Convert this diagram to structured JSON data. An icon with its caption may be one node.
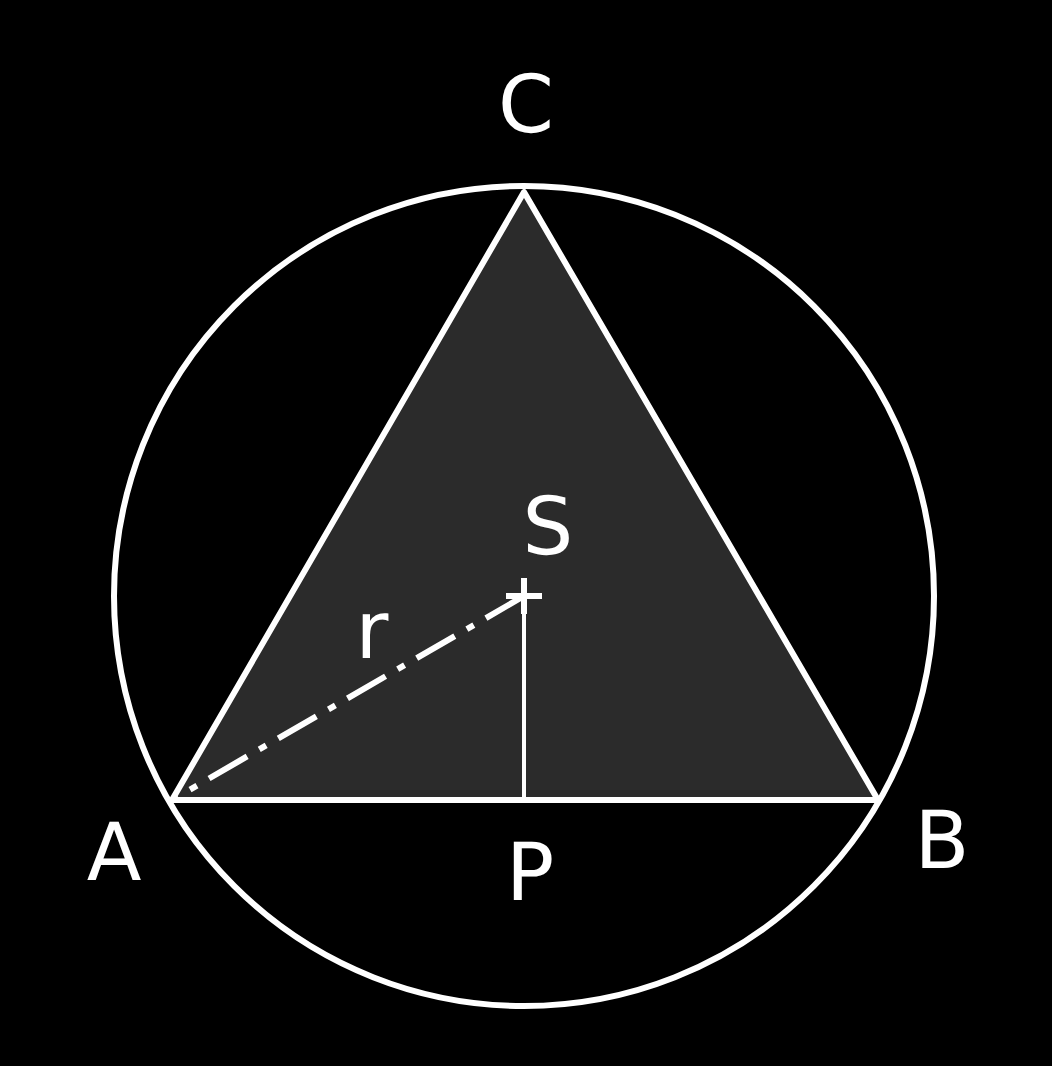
{
  "diagram": {
    "labels": [
      "C",
      "S",
      "r",
      "A",
      "P",
      "B"
    ]
  }
}
